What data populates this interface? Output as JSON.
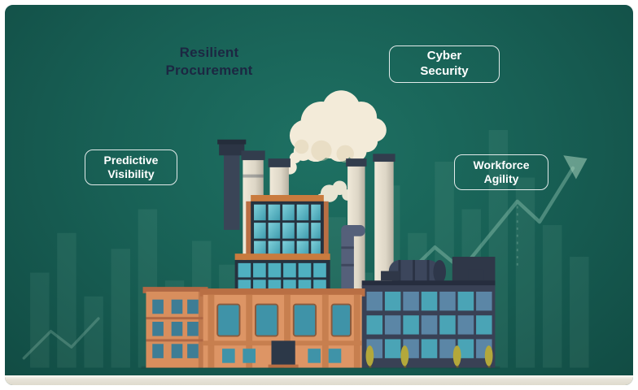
{
  "title": "Resilient Procurement infographic",
  "callouts": [
    {
      "id": "resilient-procurement",
      "label": "Resilient Procurement",
      "style": "plain-heading"
    },
    {
      "id": "cyber-security",
      "label": "Cyber Security",
      "style": "outlined"
    },
    {
      "id": "predictive-visibility",
      "label": "Predictive Visibility",
      "style": "outlined"
    },
    {
      "id": "workforce-agility",
      "label": "Workforce Agility",
      "style": "outlined"
    }
  ],
  "colors": {
    "background_teal": "#186055",
    "heading_text": "#1c2742",
    "callout_text": "#ffffff",
    "callout_border": "#f3f6f6",
    "ground": "#e7e3d8",
    "smoke": "#f3ebd9",
    "brick_orange": "#dd9565",
    "window_teal": "#4fb0c0",
    "dark_building": "#394155",
    "growth_arrow": "#8fc7ad"
  },
  "illustration": {
    "name": "factory-with-smokestacks",
    "elements": [
      "smoke-clouds",
      "smokestacks",
      "glass-tower",
      "orange-brick-building",
      "left-brick-wing",
      "dark-warehouse",
      "storage-tank",
      "trees",
      "growth-arrow",
      "bar-chart-silhouette",
      "ground-strip"
    ]
  }
}
